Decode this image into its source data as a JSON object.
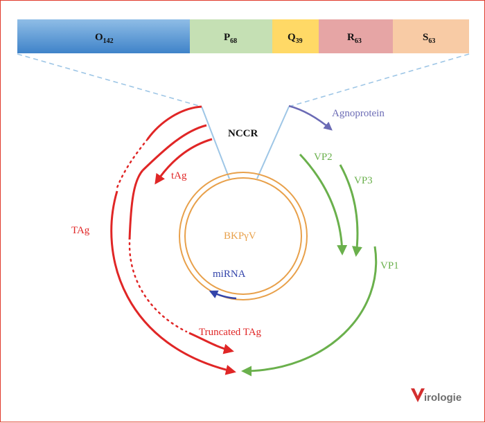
{
  "ncr_segments": [
    {
      "letter": "O",
      "subscript": "142",
      "color": "#5b9bd5"
    },
    {
      "letter": "P",
      "subscript": "68",
      "color": "#c5e0b4"
    },
    {
      "letter": "Q",
      "subscript": "39",
      "color": "#ffd966"
    },
    {
      "letter": "R",
      "subscript": "63",
      "color": "#e6a5a5"
    },
    {
      "letter": "S",
      "subscript": "63",
      "color": "#f8cba5"
    }
  ],
  "labels": {
    "ncr": "NCCR",
    "genome": "BKPγV",
    "mirna": "miRNA",
    "agnoprotein": "Agnoprotein",
    "vp1": "VP1",
    "vp2": "VP2",
    "vp3": "VP3",
    "tag": "TAg",
    "small_tag": "tAg",
    "truncated_tag": "Truncated TAg"
  },
  "logo": {
    "letter": "V",
    "rest": "irologie"
  },
  "colors": {
    "early": "#e02626",
    "late": "#6ab04c",
    "agno": "#6b6bb5",
    "mirna": "#3344aa",
    "genome": "#e8a04a",
    "connector": "#9ec6e6"
  }
}
